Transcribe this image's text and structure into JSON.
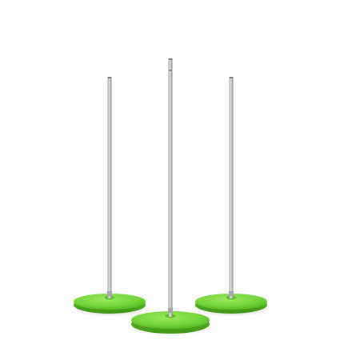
{
  "image": {
    "background_color": "#ffffff",
    "objects": [
      {
        "name": "left-pole-stand",
        "pole_color": "#b9bcc1",
        "base_color": "#74d63a"
      },
      {
        "name": "center-pole-stand",
        "pole_color": "#b9bcc1",
        "base_color": "#74d63a"
      },
      {
        "name": "right-pole-stand",
        "pole_color": "#b9bcc1",
        "base_color": "#74d63a"
      }
    ]
  }
}
